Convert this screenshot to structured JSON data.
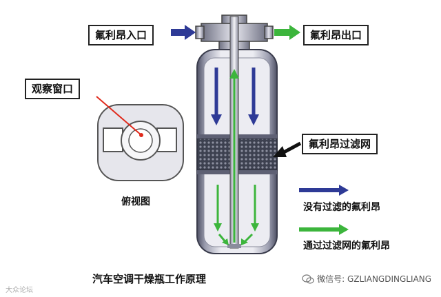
{
  "labels": {
    "inlet": "氟利昂入口",
    "outlet": "氟利昂出口",
    "sight_window": "观察窗口",
    "filter_screen": "氟利昂过滤网",
    "top_view": "俯视图",
    "legend_unfiltered": "没有过滤的氟利昂",
    "legend_filtered": "通过过滤网的氟利昂",
    "caption": "汽车空调干燥瓶工作原理"
  },
  "watermarks": {
    "wechat": "微信号: GZLIANGDINGLIANG",
    "corner": "大众论坛"
  },
  "colors": {
    "unfiltered_arrow": "#2e3a96",
    "filtered_arrow": "#3cb53c",
    "cylinder_light": "#ececf2",
    "cylinder_dark": "#5e6074",
    "filter_mesh": "#3d4150"
  }
}
